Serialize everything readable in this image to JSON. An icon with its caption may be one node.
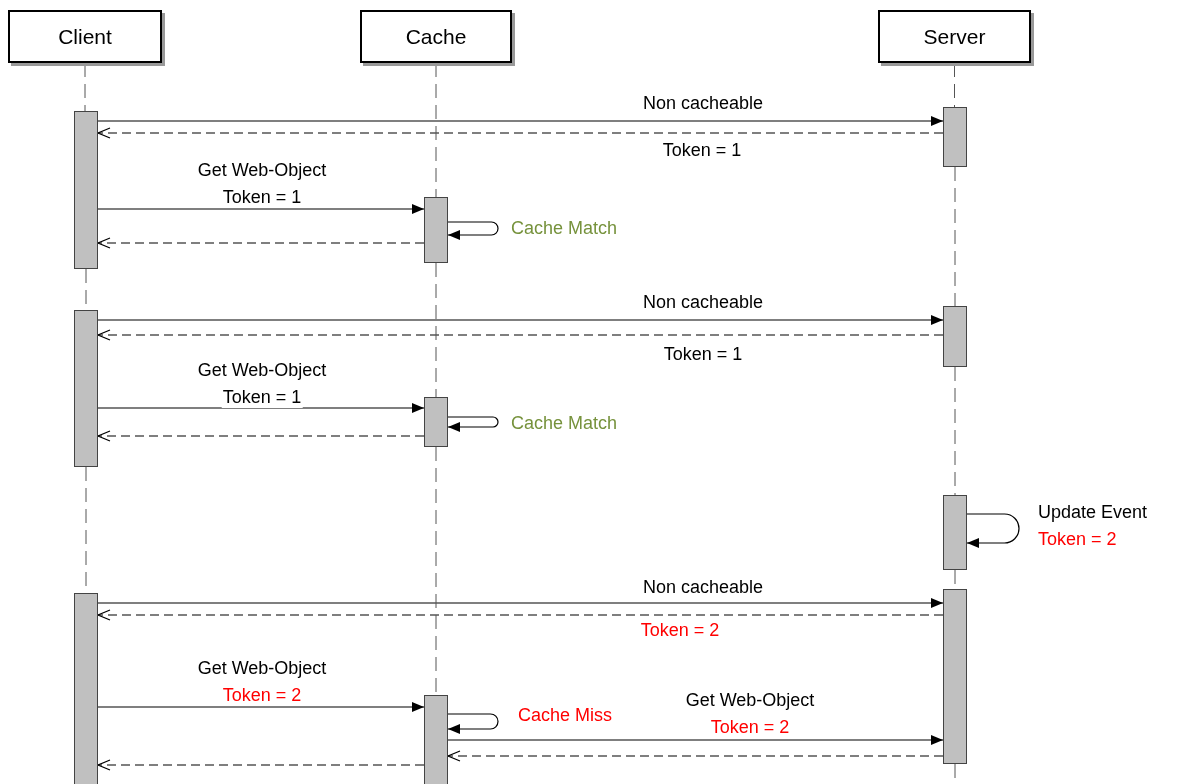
{
  "diagram": {
    "nodes": [
      {
        "text": [
          "Client"
        ]
      },
      {
        "text": [
          "Cache"
        ]
      },
      {
        "text": [
          "Server"
        ]
      },
      {
        "text": [],
        "shape": "bar"
      },
      {
        "text": [],
        "shape": "bar"
      },
      {
        "text": [],
        "shape": "bar"
      },
      {
        "text": [],
        "shape": "bar"
      },
      {
        "text": [],
        "shape": "bar"
      },
      {
        "text": [],
        "shape": "bar"
      },
      {
        "text": [],
        "shape": "bar"
      },
      {
        "text": [],
        "shape": "bar"
      },
      {
        "text": [],
        "shape": "bar"
      },
      {
        "text": [],
        "shape": "bar"
      }
    ],
    "edges": [
      {
        "from": 3,
        "to": 4,
        "arrow": "to",
        "label": "Non cacheable"
      },
      {
        "from": 4,
        "to": 3,
        "arrow": "to",
        "style": "dashed",
        "label": "Token = 1"
      },
      {
        "from": 3,
        "to": 5,
        "arrow": "to",
        "label": "Get Web-Object"
      },
      {
        "from": 5,
        "to": 5,
        "arrow": "to",
        "label": "Cache Match"
      },
      {
        "from": 5,
        "to": 3,
        "arrow": "to",
        "style": "dashed"
      },
      {
        "from": 6,
        "to": 7,
        "arrow": "to",
        "label": "Non cacheable"
      },
      {
        "from": 7,
        "to": 6,
        "arrow": "to",
        "style": "dashed",
        "label": "Token = 1"
      },
      {
        "from": 6,
        "to": 8,
        "arrow": "to",
        "label": "Get Web-Object"
      },
      {
        "from": 8,
        "to": 8,
        "arrow": "to",
        "label": "Cache Match"
      },
      {
        "from": 8,
        "to": 6,
        "arrow": "to",
        "style": "dashed"
      },
      {
        "from": 9,
        "to": 9,
        "arrow": "to",
        "label": "Update Event"
      },
      {
        "from": 10,
        "to": 11,
        "arrow": "to",
        "label": "Non cacheable"
      },
      {
        "from": 11,
        "to": 10,
        "arrow": "to",
        "style": "dashed",
        "label": "Token = 2"
      },
      {
        "from": 10,
        "to": 12,
        "arrow": "to",
        "label": "Get Web-Object"
      },
      {
        "from": 12,
        "to": 12,
        "arrow": "to",
        "label": "Cache Miss"
      },
      {
        "from": 12,
        "to": 11,
        "arrow": "to",
        "label": "Get Web-Object"
      },
      {
        "from": 11,
        "to": 12,
        "arrow": "to",
        "style": "dashed"
      },
      {
        "from": 12,
        "to": 10,
        "arrow": "to",
        "style": "dashed"
      },
      {
        "from": 0,
        "to": 3,
        "arrow": "none",
        "style": "dashed",
        "color": "#555555"
      },
      {
        "from": 3,
        "to": 6,
        "arrow": "none",
        "style": "dashed",
        "color": "#555555"
      },
      {
        "from": 6,
        "to": 10,
        "arrow": "none",
        "style": "dashed",
        "color": "#555555"
      },
      {
        "from": 1,
        "to": 5,
        "arrow": "none",
        "style": "dashed",
        "color": "#555555"
      },
      {
        "from": 5,
        "to": 8,
        "arrow": "none",
        "style": "dashed",
        "color": "#555555"
      },
      {
        "from": 8,
        "to": 12,
        "arrow": "none",
        "style": "dashed",
        "color": "#555555"
      },
      {
        "from": 2,
        "to": 4,
        "arrow": "none",
        "style": "dashed",
        "color": "#555555"
      },
      {
        "from": 4,
        "to": 7,
        "arrow": "none",
        "style": "dashed",
        "color": "#555555"
      },
      {
        "from": 7,
        "to": 9,
        "arrow": "none",
        "style": "dashed",
        "color": "#555555"
      },
      {
        "from": 9,
        "to": 11,
        "arrow": "none",
        "style": "dashed",
        "color": "#555555"
      },
      {
        "from": 11,
        "to": null,
        "arrow": "none",
        "style": "dashed",
        "color": "#555555"
      }
    ],
    "labels": [
      "Token = 1",
      "Token = 1",
      "Token = 2",
      "Token = 2",
      "Token = 2"
    ]
  }
}
